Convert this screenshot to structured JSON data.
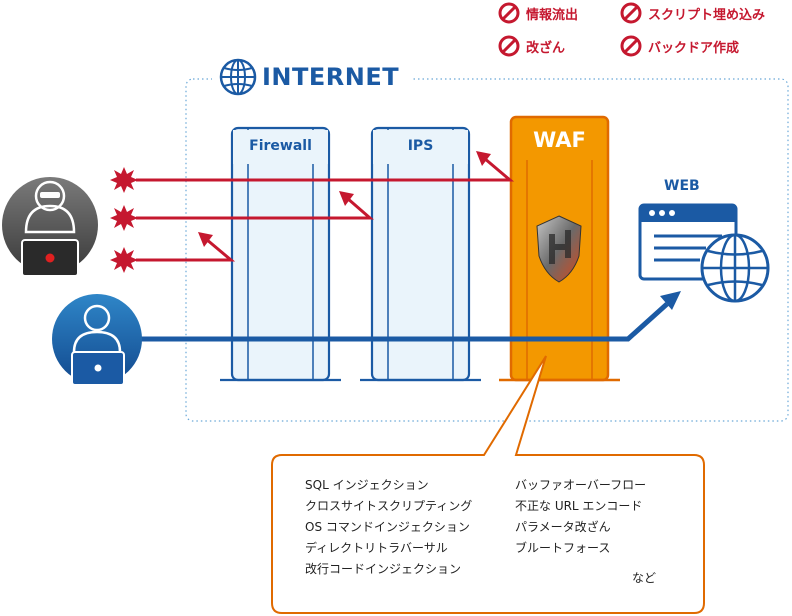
{
  "legend": [
    {
      "label": "情報流出",
      "icon": "prohibited-icon"
    },
    {
      "label": "スクリプト埋め込み",
      "icon": "prohibited-icon"
    },
    {
      "label": "改ざん",
      "icon": "prohibited-icon"
    },
    {
      "label": "バックドア作成",
      "icon": "prohibited-icon"
    }
  ],
  "internet_label": "INTERNET",
  "layers": {
    "firewall": "Firewall",
    "ips": "IPS",
    "waf": "WAF"
  },
  "web_label": "WEB",
  "attacks_left": [
    "SQL インジェクション",
    "クロスサイトスクリプティング",
    "OS コマンドインジェクション",
    "ディレクトリトラバーサル",
    "改行コードインジェクション"
  ],
  "attacks_right": [
    "バッファオーバーフロー",
    "不正な URL エンコード",
    "パラメータ改ざん",
    "ブルートフォース"
  ],
  "attacks_etc": "など",
  "colors": {
    "blue": "#1b5aa4",
    "red": "#c5182f",
    "orange": "#f39800",
    "orange_dark": "#e06a00",
    "light_blue_fill": "#eaf4fb",
    "attacker_gray": "#555555"
  }
}
